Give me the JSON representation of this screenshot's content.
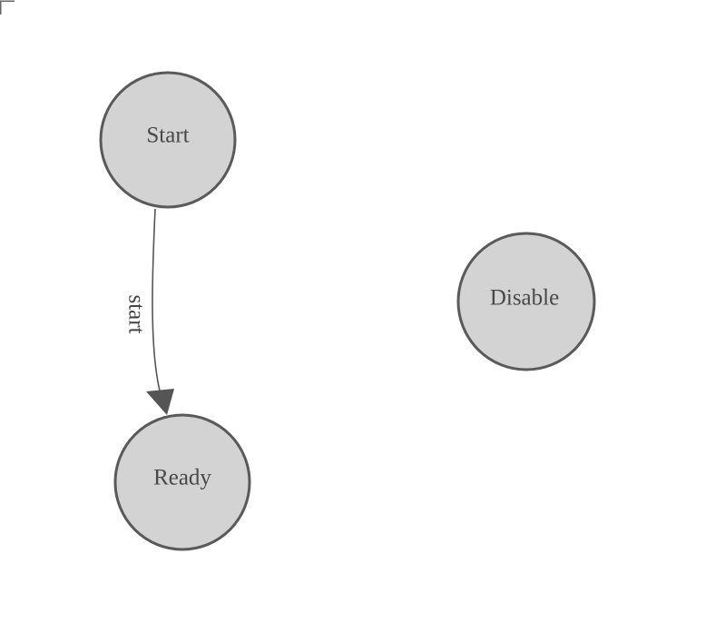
{
  "diagram": {
    "kind": "state-machine-diagram",
    "nodes": [
      {
        "id": "start",
        "label": "Start"
      },
      {
        "id": "ready",
        "label": "Ready"
      },
      {
        "id": "disable",
        "label": "Disable"
      }
    ],
    "edges": [
      {
        "id": "start-to-ready",
        "from": "Start",
        "to": "Ready",
        "label": "start"
      }
    ]
  },
  "colors": {
    "background": "#ffffff",
    "node_fill": "#d3d3d3",
    "node_stroke": "#5a5a5a",
    "node_label": "#484848",
    "edge_stroke": "#555555",
    "arrowhead_fill": "#555555",
    "edge_label": "#444444",
    "corner_mark": "#666666"
  }
}
